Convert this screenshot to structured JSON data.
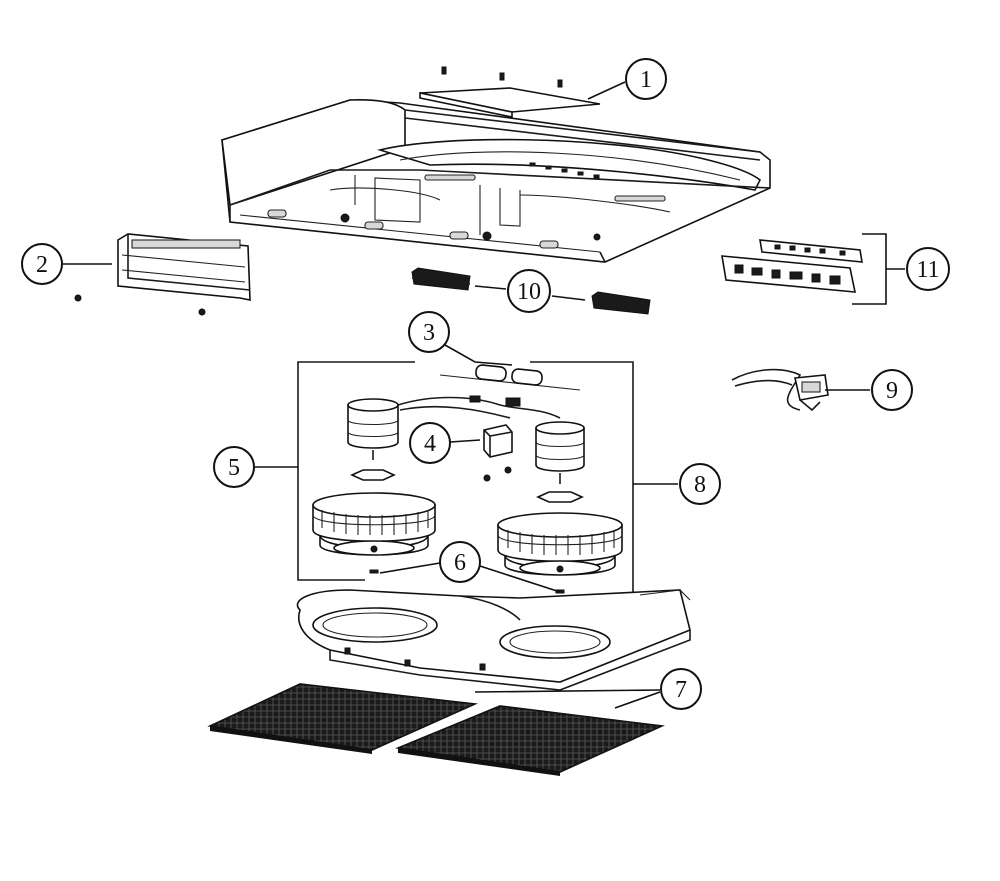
{
  "callouts": [
    {
      "id": "c1",
      "label": "1"
    },
    {
      "id": "c2",
      "label": "2"
    },
    {
      "id": "c3",
      "label": "3"
    },
    {
      "id": "c4",
      "label": "4"
    },
    {
      "id": "c5",
      "label": "5"
    },
    {
      "id": "c6",
      "label": "6"
    },
    {
      "id": "c7",
      "label": "7"
    },
    {
      "id": "c8",
      "label": "8"
    },
    {
      "id": "c9",
      "label": "9"
    },
    {
      "id": "c10",
      "label": "10"
    },
    {
      "id": "c11",
      "label": "11"
    }
  ],
  "colors": {
    "line": "#111111",
    "background": "#ffffff"
  }
}
